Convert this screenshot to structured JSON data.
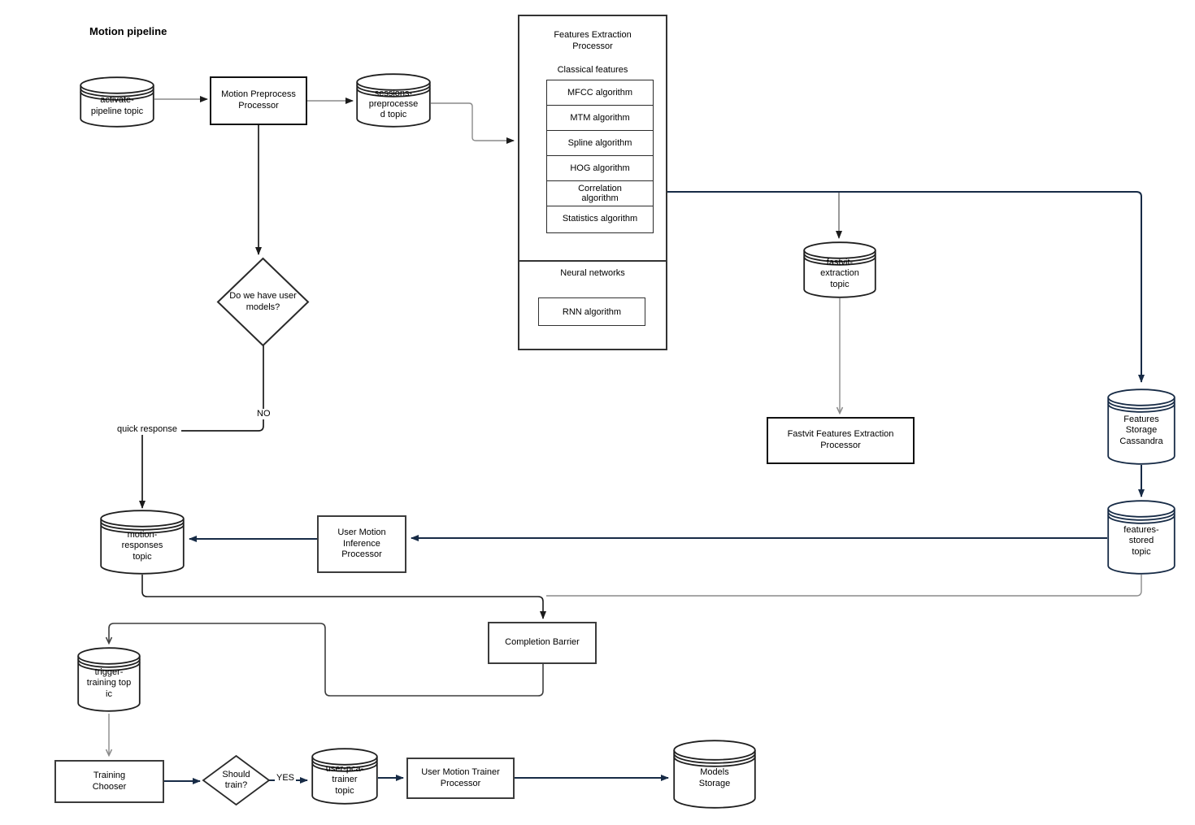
{
  "title": "Motion pipeline",
  "colors": {
    "navy": "#172b46",
    "gray": "#8a8a8a",
    "black": "#1b1b1b",
    "dark": "#3f3f3f",
    "background": "#ffffff"
  },
  "nodes": {
    "activate_topic": {
      "label": "activate-\npipeline topic"
    },
    "motion_preprocess": {
      "label": "Motion Preprocess\nProcessor"
    },
    "sessions_topic": {
      "label": "sessions-\npreprocesse\nd topic"
    },
    "features_extraction": {
      "title": "Features Extraction\nProcessor",
      "classical_section": "Classical features",
      "algorithms": [
        "MFCC algorithm",
        "MTM algorithm",
        "Spline algorithm",
        "HOG algorithm",
        "Correlation\nalgorithm",
        "Statistics algorithm"
      ],
      "neural_section": "Neural networks",
      "rnn": "RNN algorithm"
    },
    "user_models_decision": {
      "label": "Do we have user\nmodels?"
    },
    "fastvit_topic": {
      "label": "fastvit-\nextraction\ntopic"
    },
    "fastvit_processor": {
      "label": "Fastvit Features Extraction\nProcessor"
    },
    "features_storage": {
      "label": "Features\nStorage\nCassandra"
    },
    "features_stored_topic": {
      "label": "features-\nstored\ntopic"
    },
    "motion_responses_topic": {
      "label": "motion-\nresponses\ntopic"
    },
    "inference_processor": {
      "label": "User Motion\nInference\nProcessor"
    },
    "completion_barrier": {
      "label": "Completion Barrier"
    },
    "trigger_training_topic": {
      "label": "trigger-\ntraining top\nic"
    },
    "training_chooser": {
      "label": "Training\nChooser"
    },
    "should_train_decision": {
      "label": "Should\ntrain?"
    },
    "user_pca_trainer_topic": {
      "label": "user-pca-\ntrainer\ntopic"
    },
    "trainer_processor": {
      "label": "User Motion Trainer\nProcessor"
    },
    "models_storage": {
      "label": "Models\nStorage"
    }
  },
  "edge_labels": {
    "no": "NO",
    "yes": "YES",
    "quick_response": "quick response"
  }
}
